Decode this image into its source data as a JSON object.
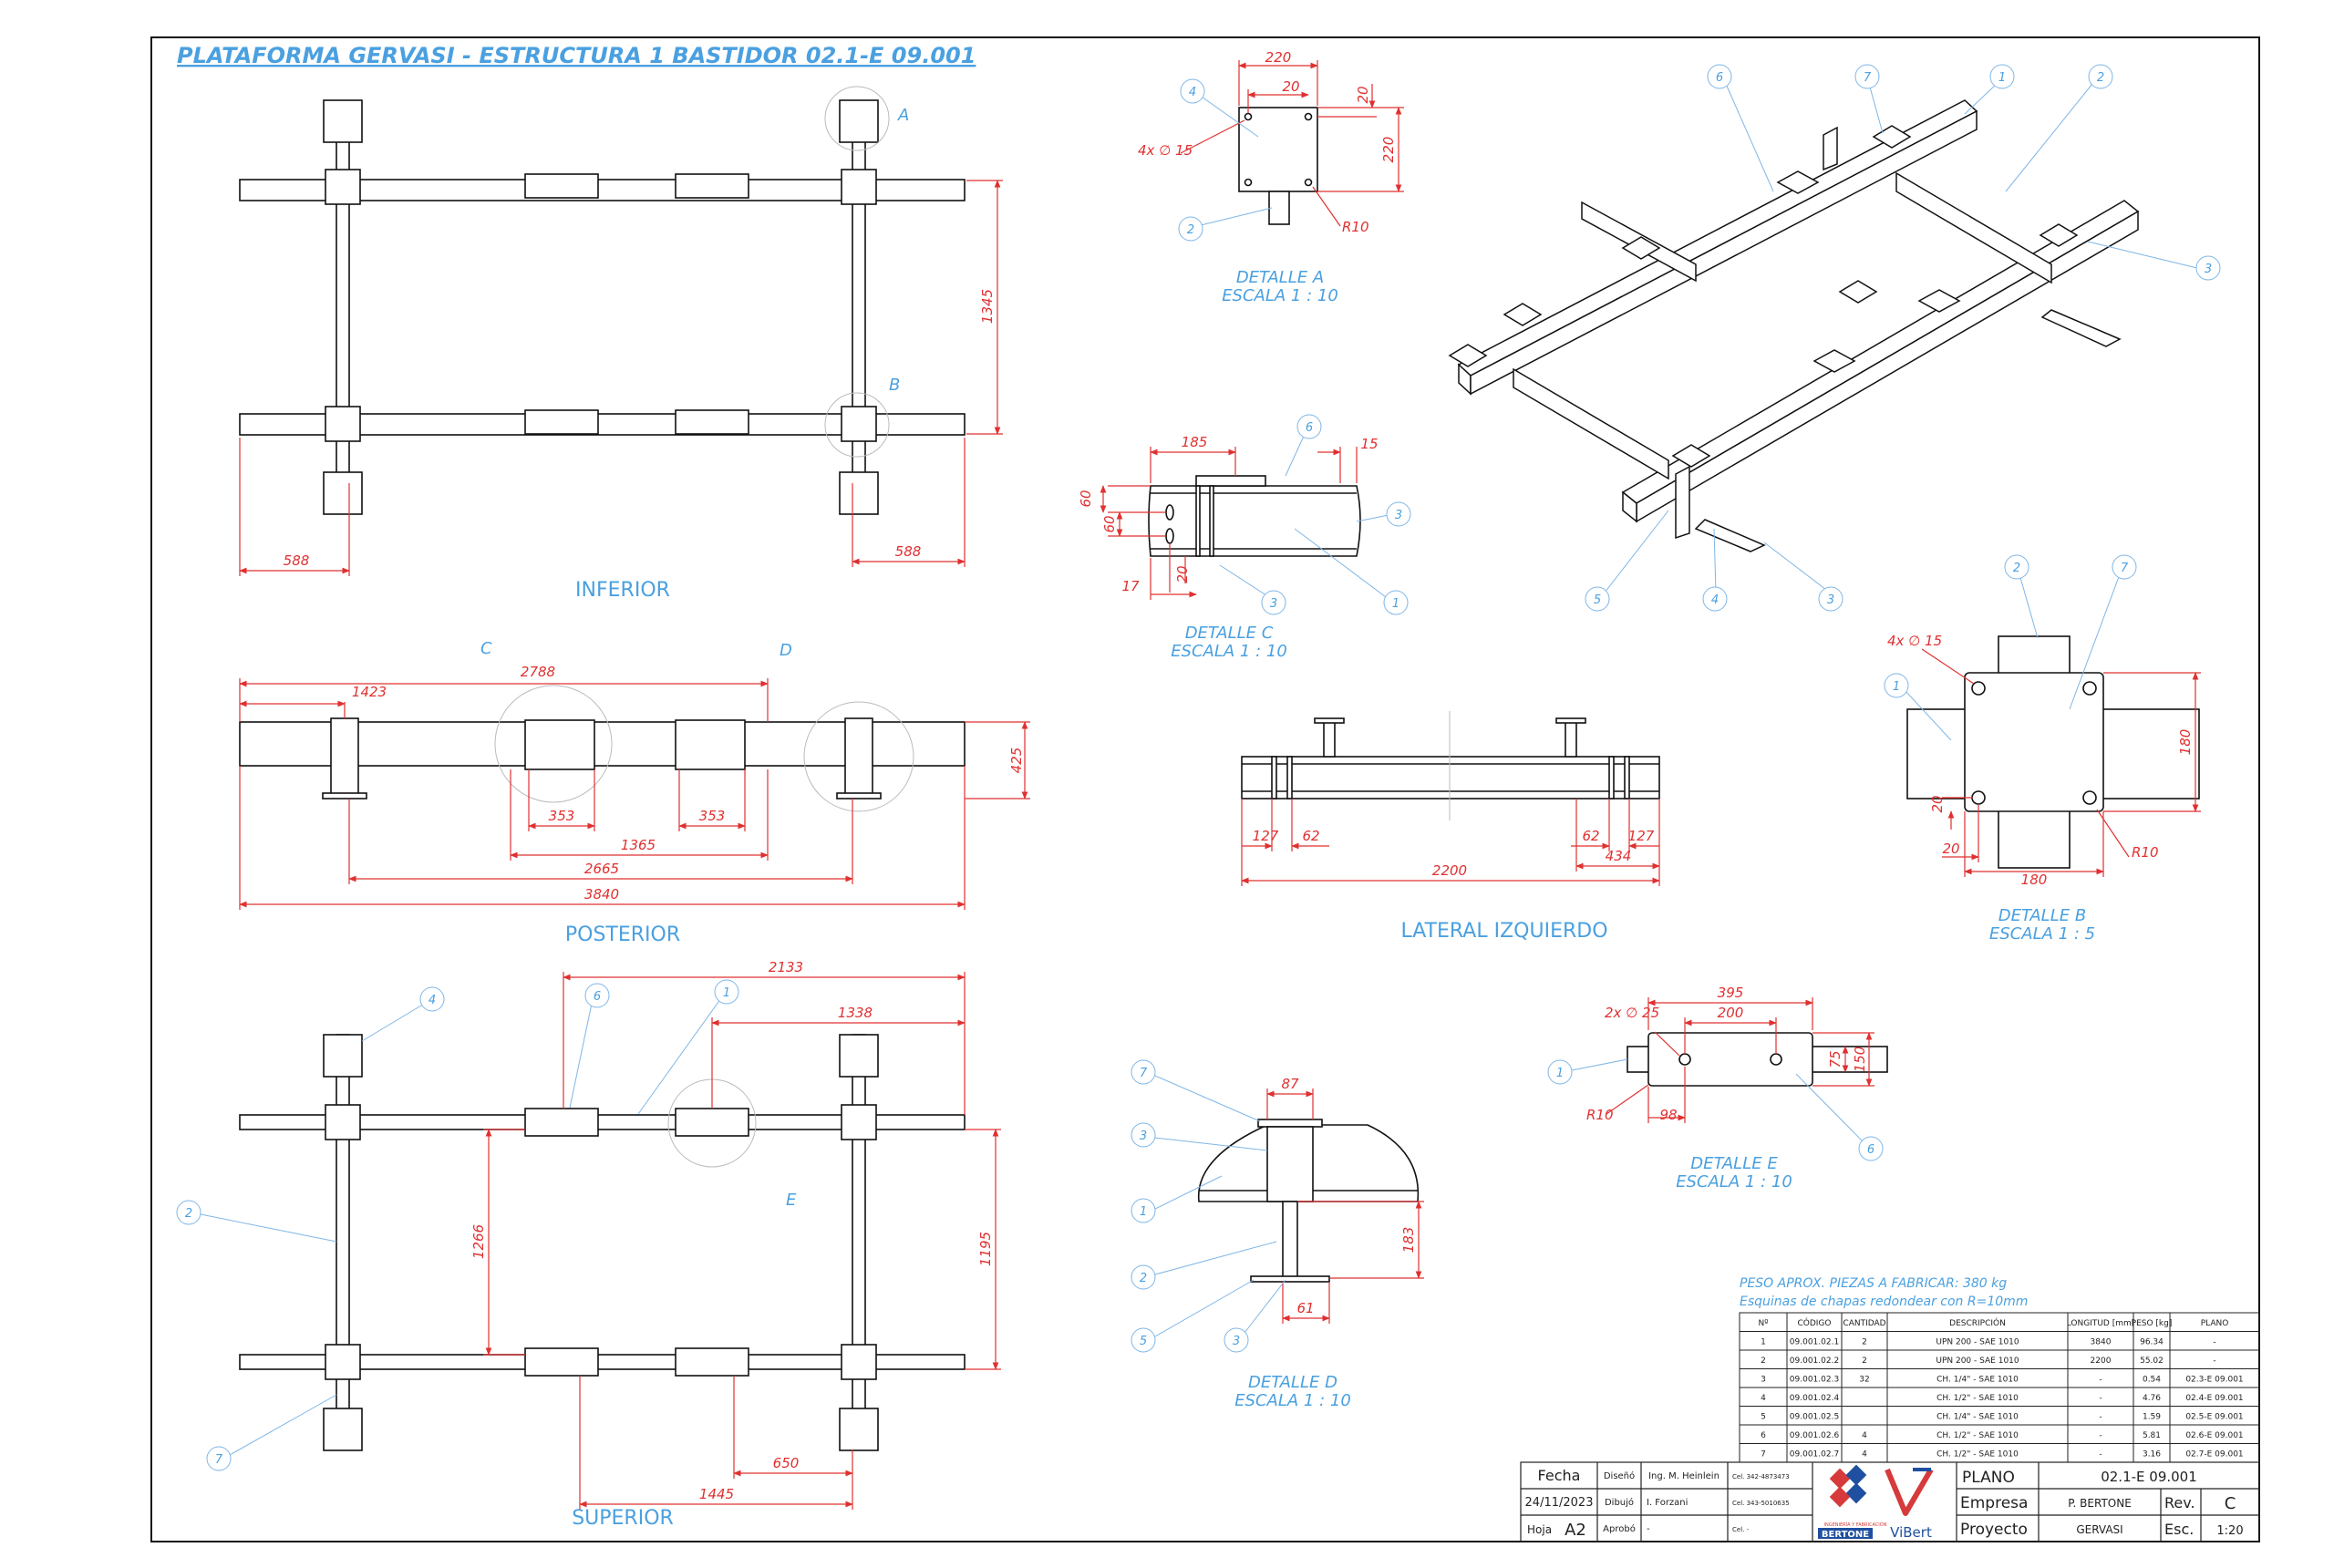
{
  "title": "PLATAFORMA GERVASI - ESTRUCTURA 1 BASTIDOR 02.1-E 09.001",
  "colors": {
    "line": "#111111",
    "dimension": "#e03030",
    "annotation": "#4aa0e0",
    "leader": "#7fb6e6"
  },
  "views": {
    "inferior": {
      "label": "INFERIOR",
      "dims": [
        "1345",
        "588",
        "588"
      ],
      "callouts": [
        "A",
        "B"
      ]
    },
    "posterior": {
      "label": "POSTERIOR",
      "dims": [
        "2788",
        "1423",
        "425",
        "353",
        "353",
        "1365",
        "2665",
        "3840"
      ],
      "callouts": [
        "C",
        "D"
      ]
    },
    "superior": {
      "label": "SUPERIOR",
      "dims": [
        "2133",
        "1338",
        "1266",
        "1195",
        "650",
        "1445"
      ],
      "callouts": [
        "E"
      ]
    },
    "lateral": {
      "label": "LATERAL IZQUIERDO",
      "dims": [
        "127",
        "62",
        "62",
        "127",
        "434",
        "2200"
      ]
    }
  },
  "details": {
    "a": {
      "title": "DETALLE A",
      "scale": "ESCALA 1 : 10",
      "dims": [
        "220",
        "20",
        "20",
        "220",
        "4x ∅ 15",
        "R10"
      ]
    },
    "b": {
      "title": "DETALLE B",
      "scale": "ESCALA 1 : 5",
      "dims": [
        "4x ∅ 15",
        "180",
        "20",
        "20",
        "180",
        "R10"
      ]
    },
    "c": {
      "title": "DETALLE C",
      "scale": "ESCALA 1 : 10",
      "dims": [
        "185",
        "15",
        "60",
        "60",
        "20",
        "17"
      ]
    },
    "d": {
      "title": "DETALLE D",
      "scale": "ESCALA 1 : 10",
      "dims": [
        "87",
        "183",
        "61"
      ]
    },
    "e": {
      "title": "DETALLE E",
      "scale": "ESCALA 1 : 10",
      "dims": [
        "2x ∅ 25",
        "395",
        "200",
        "75",
        "150",
        "R10",
        "98"
      ]
    }
  },
  "notes": {
    "weight": "PESO APROX. PIEZAS A FABRICAR: 380 kg",
    "corners": "Esquinas de chapas redondear con R=10mm"
  },
  "bom": {
    "headers": [
      "Nº",
      "CÓDIGO",
      "CANTIDAD",
      "DESCRIPCIÓN",
      "LONGITUD [mm]",
      "PESO [kg]",
      "PLANO"
    ],
    "rows": [
      [
        "1",
        "09.001.02.1",
        "2",
        "UPN 200 - SAE 1010",
        "3840",
        "96.34",
        "-"
      ],
      [
        "2",
        "09.001.02.2",
        "2",
        "UPN 200 - SAE 1010",
        "2200",
        "55.02",
        "-"
      ],
      [
        "3",
        "09.001.02.3",
        "32",
        "CH. 1/4\" - SAE 1010",
        "-",
        "0.54",
        "02.3-E 09.001"
      ],
      [
        "4",
        "09.001.02.4",
        "",
        "CH. 1/2\" - SAE 1010",
        "-",
        "4.76",
        "02.4-E 09.001"
      ],
      [
        "5",
        "09.001.02.5",
        "",
        "CH. 1/4\" - SAE 1010",
        "-",
        "1.59",
        "02.5-E 09.001"
      ],
      [
        "6",
        "09.001.02.6",
        "4",
        "CH. 1/2\" - SAE 1010",
        "-",
        "5.81",
        "02.6-E 09.001"
      ],
      [
        "7",
        "09.001.02.7",
        "4",
        "CH. 1/2\" - SAE 1010",
        "-",
        "3.16",
        "02.7-E 09.001"
      ]
    ]
  },
  "titleblock": {
    "fecha_label": "Fecha",
    "fecha": "24/11/2023",
    "hoja_label": "Hoja",
    "hoja": "A2",
    "diseno_label": "Diseñó",
    "diseno": "Ing. M. Heinlein",
    "diseno_cel": "Cel. 342-4873473",
    "dibujo_label": "Dibujó",
    "dibujo": "I. Forzani",
    "dibujo_cel": "Cel. 343-5010635",
    "aprobo_label": "Aprobó",
    "aprobo": "-",
    "aprobo_cel": "Cel. -",
    "logo1": "BERTONE",
    "logo1_sub": "INGENIERÍA Y FABRICACIÓN",
    "logo2": "ViBert",
    "plano_label": "PLANO",
    "plano": "02.1-E 09.001",
    "empresa_label": "Empresa",
    "empresa": "P. BERTONE",
    "rev_label": "Rev.",
    "rev": "C",
    "proyecto_label": "Proyecto",
    "proyecto": "GERVASI",
    "esc_label": "Esc.",
    "esc": "1:20"
  }
}
